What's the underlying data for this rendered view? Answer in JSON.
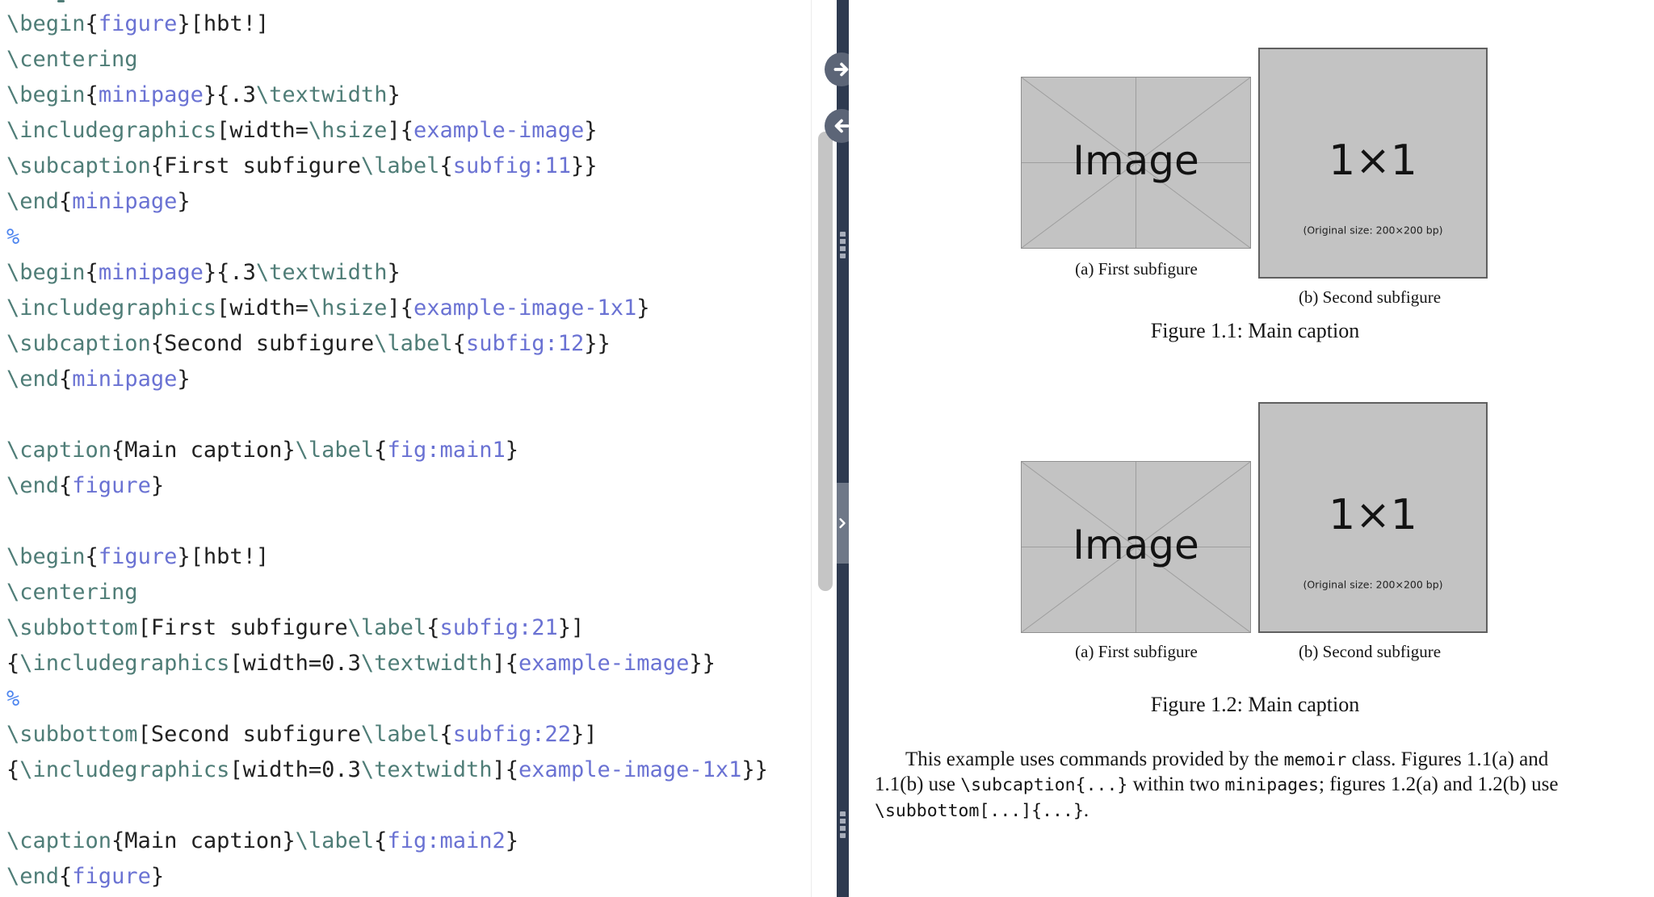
{
  "editor": {
    "language": "latex",
    "lines": [
      {
        "tokens": [
          {
            "t": "c",
            "v": "\\begin"
          },
          {
            "t": "p",
            "v": "{"
          },
          {
            "t": "n",
            "v": "figure"
          },
          {
            "t": "p",
            "v": "}[hbt!]"
          }
        ]
      },
      {
        "tokens": [
          {
            "t": "c",
            "v": "\\centering"
          }
        ]
      },
      {
        "tokens": [
          {
            "t": "c",
            "v": "\\begin"
          },
          {
            "t": "p",
            "v": "{"
          },
          {
            "t": "n",
            "v": "minipage"
          },
          {
            "t": "p",
            "v": "}{.3"
          },
          {
            "t": "c",
            "v": "\\textwidth"
          },
          {
            "t": "p",
            "v": "}"
          }
        ]
      },
      {
        "tokens": [
          {
            "t": "c",
            "v": "\\includegraphics"
          },
          {
            "t": "p",
            "v": "[width="
          },
          {
            "t": "c",
            "v": "\\hsize"
          },
          {
            "t": "p",
            "v": "]{"
          },
          {
            "t": "n",
            "v": "example-image"
          },
          {
            "t": "p",
            "v": "}"
          }
        ]
      },
      {
        "tokens": [
          {
            "t": "c",
            "v": "\\subcaption"
          },
          {
            "t": "p",
            "v": "{First subfigure"
          },
          {
            "t": "c",
            "v": "\\label"
          },
          {
            "t": "p",
            "v": "{"
          },
          {
            "t": "n",
            "v": "subfig:11"
          },
          {
            "t": "p",
            "v": "}}"
          }
        ]
      },
      {
        "tokens": [
          {
            "t": "c",
            "v": "\\end"
          },
          {
            "t": "p",
            "v": "{"
          },
          {
            "t": "n",
            "v": "minipage"
          },
          {
            "t": "p",
            "v": "}"
          }
        ]
      },
      {
        "tokens": [
          {
            "t": "m",
            "v": "%"
          }
        ]
      },
      {
        "tokens": [
          {
            "t": "c",
            "v": "\\begin"
          },
          {
            "t": "p",
            "v": "{"
          },
          {
            "t": "n",
            "v": "minipage"
          },
          {
            "t": "p",
            "v": "}{.3"
          },
          {
            "t": "c",
            "v": "\\textwidth"
          },
          {
            "t": "p",
            "v": "}"
          }
        ]
      },
      {
        "tokens": [
          {
            "t": "c",
            "v": "\\includegraphics"
          },
          {
            "t": "p",
            "v": "[width="
          },
          {
            "t": "c",
            "v": "\\hsize"
          },
          {
            "t": "p",
            "v": "]{"
          },
          {
            "t": "n",
            "v": "example-image-1x1"
          },
          {
            "t": "p",
            "v": "}"
          }
        ]
      },
      {
        "tokens": [
          {
            "t": "c",
            "v": "\\subcaption"
          },
          {
            "t": "p",
            "v": "{Second subfigure"
          },
          {
            "t": "c",
            "v": "\\label"
          },
          {
            "t": "p",
            "v": "{"
          },
          {
            "t": "n",
            "v": "subfig:12"
          },
          {
            "t": "p",
            "v": "}}"
          }
        ]
      },
      {
        "tokens": [
          {
            "t": "c",
            "v": "\\end"
          },
          {
            "t": "p",
            "v": "{"
          },
          {
            "t": "n",
            "v": "minipage"
          },
          {
            "t": "p",
            "v": "}"
          }
        ]
      },
      {
        "tokens": []
      },
      {
        "tokens": [
          {
            "t": "c",
            "v": "\\caption"
          },
          {
            "t": "p",
            "v": "{Main caption}"
          },
          {
            "t": "c",
            "v": "\\label"
          },
          {
            "t": "p",
            "v": "{"
          },
          {
            "t": "n",
            "v": "fig:main1"
          },
          {
            "t": "p",
            "v": "}"
          }
        ]
      },
      {
        "tokens": [
          {
            "t": "c",
            "v": "\\end"
          },
          {
            "t": "p",
            "v": "{"
          },
          {
            "t": "n",
            "v": "figure"
          },
          {
            "t": "p",
            "v": "}"
          }
        ]
      },
      {
        "tokens": []
      },
      {
        "tokens": [
          {
            "t": "c",
            "v": "\\begin"
          },
          {
            "t": "p",
            "v": "{"
          },
          {
            "t": "n",
            "v": "figure"
          },
          {
            "t": "p",
            "v": "}[hbt!]"
          }
        ]
      },
      {
        "tokens": [
          {
            "t": "c",
            "v": "\\centering"
          }
        ]
      },
      {
        "tokens": [
          {
            "t": "c",
            "v": "\\subbottom"
          },
          {
            "t": "p",
            "v": "[First subfigure"
          },
          {
            "t": "c",
            "v": "\\label"
          },
          {
            "t": "p",
            "v": "{"
          },
          {
            "t": "n",
            "v": "subfig:21"
          },
          {
            "t": "p",
            "v": "}]"
          }
        ]
      },
      {
        "tokens": [
          {
            "t": "p",
            "v": "{"
          },
          {
            "t": "c",
            "v": "\\includegraphics"
          },
          {
            "t": "p",
            "v": "[width=0.3"
          },
          {
            "t": "c",
            "v": "\\textwidth"
          },
          {
            "t": "p",
            "v": "]{"
          },
          {
            "t": "n",
            "v": "example-image"
          },
          {
            "t": "p",
            "v": "}}"
          }
        ]
      },
      {
        "tokens": [
          {
            "t": "m",
            "v": "%"
          }
        ]
      },
      {
        "tokens": [
          {
            "t": "c",
            "v": "\\subbottom"
          },
          {
            "t": "p",
            "v": "[Second subfigure"
          },
          {
            "t": "c",
            "v": "\\label"
          },
          {
            "t": "p",
            "v": "{"
          },
          {
            "t": "n",
            "v": "subfig:22"
          },
          {
            "t": "p",
            "v": "}]"
          }
        ]
      },
      {
        "tokens": [
          {
            "t": "p",
            "v": "{"
          },
          {
            "t": "c",
            "v": "\\includegraphics"
          },
          {
            "t": "p",
            "v": "[width=0.3"
          },
          {
            "t": "c",
            "v": "\\textwidth"
          },
          {
            "t": "p",
            "v": "]{"
          },
          {
            "t": "n",
            "v": "example-image-1x1"
          },
          {
            "t": "p",
            "v": "}}"
          }
        ]
      },
      {
        "tokens": []
      },
      {
        "tokens": [
          {
            "t": "c",
            "v": "\\caption"
          },
          {
            "t": "p",
            "v": "{Main caption}"
          },
          {
            "t": "c",
            "v": "\\label"
          },
          {
            "t": "p",
            "v": "{"
          },
          {
            "t": "n",
            "v": "fig:main2"
          },
          {
            "t": "p",
            "v": "}"
          }
        ]
      },
      {
        "tokens": [
          {
            "t": "c",
            "v": "\\end"
          },
          {
            "t": "p",
            "v": "{"
          },
          {
            "t": "n",
            "v": "figure"
          },
          {
            "t": "p",
            "v": "}"
          }
        ]
      }
    ],
    "token_colors": {
      "command": "#4f7d77",
      "name": "#6a72d3",
      "plain": "#212121",
      "comment": "#4f86ef"
    }
  },
  "splitter": {
    "expand_right_icon": "arrow-right-icon",
    "expand_left_icon": "arrow-left-icon",
    "collapse_icon": "chevron-right-icon",
    "divider_color": "#2e3a50",
    "button_color": "#5c6577"
  },
  "pdf": {
    "figures": [
      {
        "subfigure_a": {
          "image_label": "Image",
          "caption": "(a) First subfigure"
        },
        "subfigure_b": {
          "image_label": "1×1",
          "image_sublabel": "(Original size: 200×200 bp)",
          "caption": "(b) Second subfigure"
        },
        "main_caption": "Figure 1.1: Main caption"
      },
      {
        "subfigure_a": {
          "image_label": "Image",
          "caption": "(a) First subfigure"
        },
        "subfigure_b": {
          "image_label": "1×1",
          "image_sublabel": "(Original size: 200×200 bp)",
          "caption": "(b) Second subfigure"
        },
        "main_caption": "Figure 1.2: Main caption"
      }
    ],
    "paragraph": {
      "full_text": "This example uses commands provided by the memoir class. Figures 1.1(a) and 1.1(b) use \\subcaption{...} within two minipages; figures 1.2(a) and 1.2(b) use \\subbottom[...]{...}.",
      "lines": [
        [
          {
            "t": "serif",
            "v": "This example uses commands provided by the "
          },
          {
            "t": "mono",
            "v": "memoir"
          },
          {
            "t": "serif",
            "v": " class. Figures 1.1(a) and"
          }
        ],
        [
          {
            "t": "serif",
            "v": "1.1(b) use "
          },
          {
            "t": "mono",
            "v": "\\subcaption{...}"
          },
          {
            "t": "serif",
            "v": " within two "
          },
          {
            "t": "mono",
            "v": "minipages"
          },
          {
            "t": "serif",
            "v": "; figures 1.2(a) and 1.2(b) use"
          }
        ],
        [
          {
            "t": "mono",
            "v": "\\subbottom[...]{...}"
          },
          {
            "t": "serif",
            "v": "."
          }
        ]
      ]
    }
  }
}
